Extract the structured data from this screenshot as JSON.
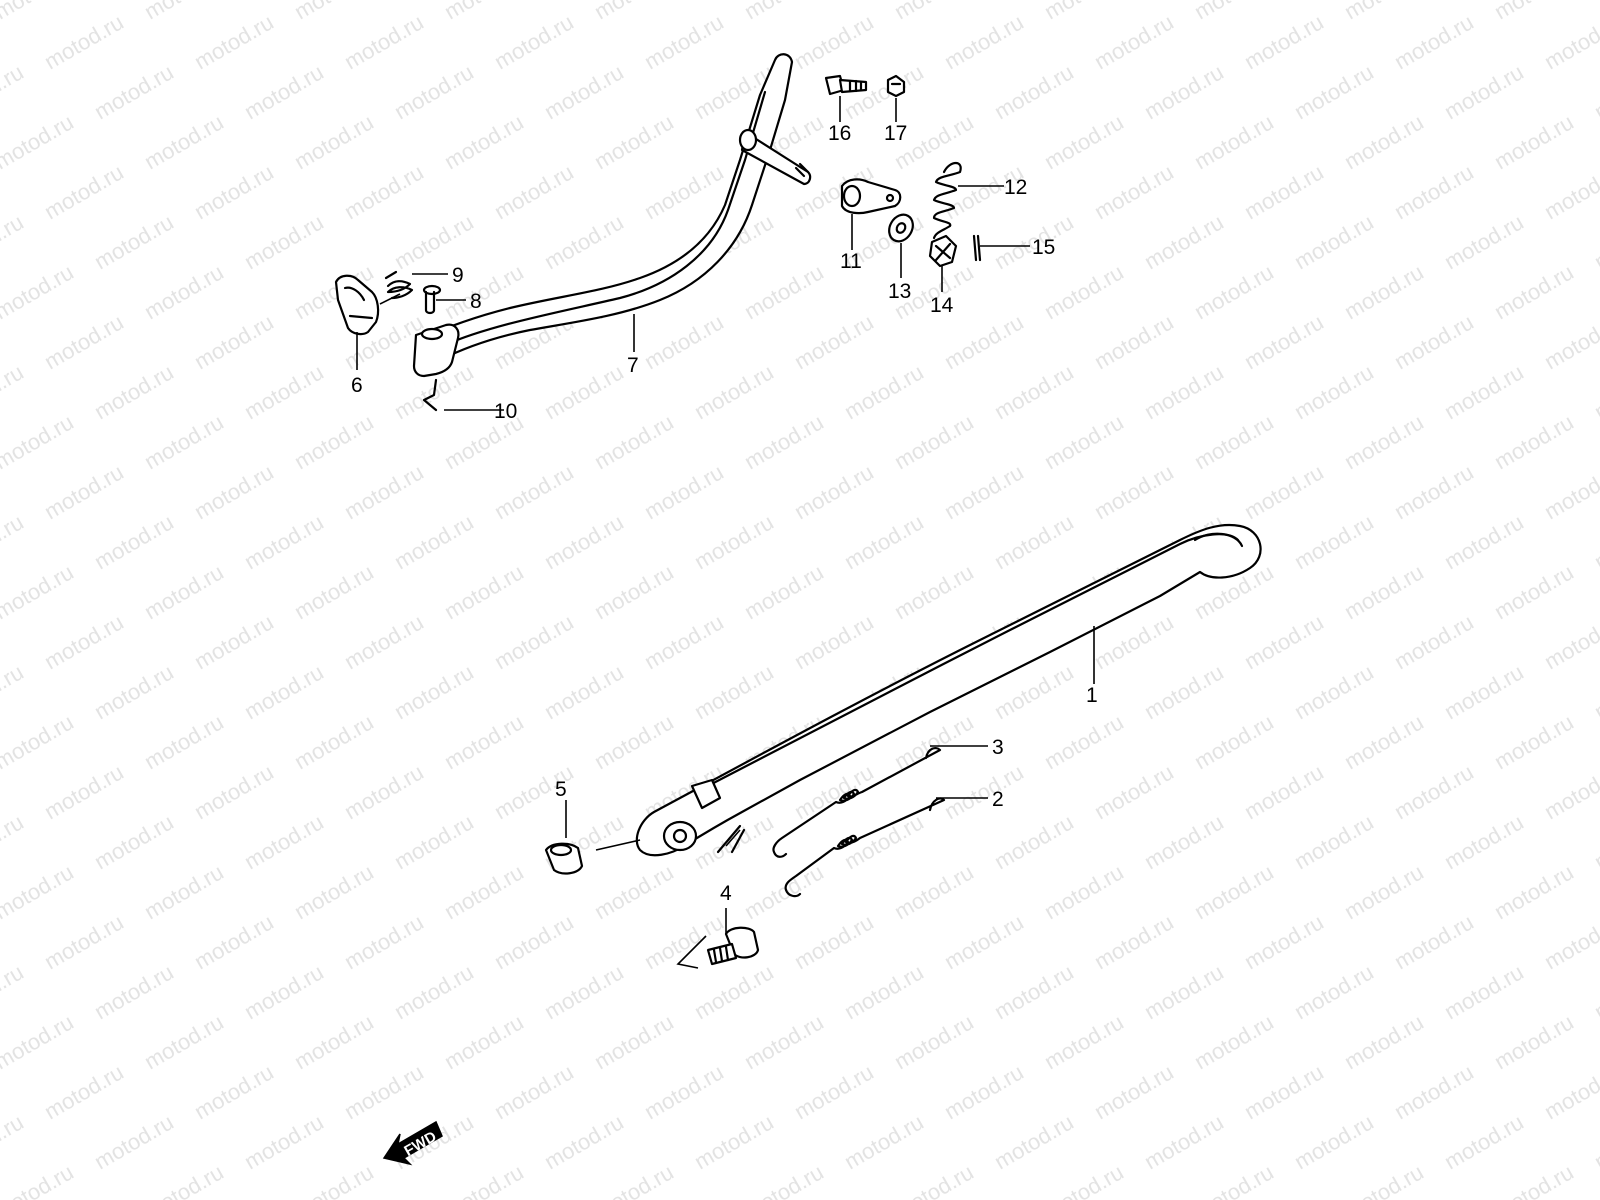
{
  "watermark": {
    "text": "motod.ru",
    "color": "#e3e3e3"
  },
  "callouts": [
    {
      "id": "1",
      "text": "1"
    },
    {
      "id": "2",
      "text": "2"
    },
    {
      "id": "3",
      "text": "3"
    },
    {
      "id": "4",
      "text": "4"
    },
    {
      "id": "5",
      "text": "5"
    },
    {
      "id": "6",
      "text": "6"
    },
    {
      "id": "7",
      "text": "7"
    },
    {
      "id": "8",
      "text": "8"
    },
    {
      "id": "9",
      "text": "9"
    },
    {
      "id": "10",
      "text": "10"
    },
    {
      "id": "11",
      "text": "11"
    },
    {
      "id": "12",
      "text": "12"
    },
    {
      "id": "13",
      "text": "13"
    },
    {
      "id": "14",
      "text": "14"
    },
    {
      "id": "15",
      "text": "15"
    },
    {
      "id": "16",
      "text": "16"
    },
    {
      "id": "17",
      "text": "17"
    }
  ],
  "fwd_badge": {
    "text": "FWD",
    "color": "#000000"
  }
}
